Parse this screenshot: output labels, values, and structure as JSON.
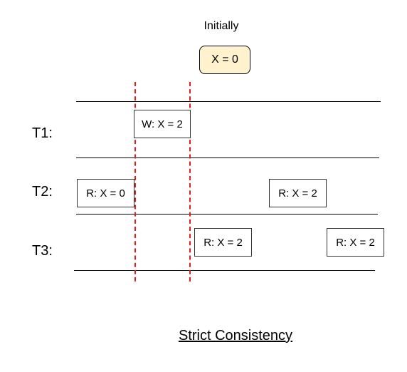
{
  "header": {
    "label": "Initially",
    "initial_value": "X = 0"
  },
  "initial_box_color": "#fff2cc",
  "dash_color": "#e02020",
  "rows": [
    {
      "label": "T1:"
    },
    {
      "label": "T2:"
    },
    {
      "label": "T3:"
    }
  ],
  "operations": {
    "t1_write": "W: X = 2",
    "t2_read_1": "R: X = 0",
    "t2_read_2": "R: X = 2",
    "t3_read_1": "R: X = 2",
    "t3_read_2": "R: X = 2"
  },
  "footer": {
    "caption": "Strict Consistency"
  }
}
